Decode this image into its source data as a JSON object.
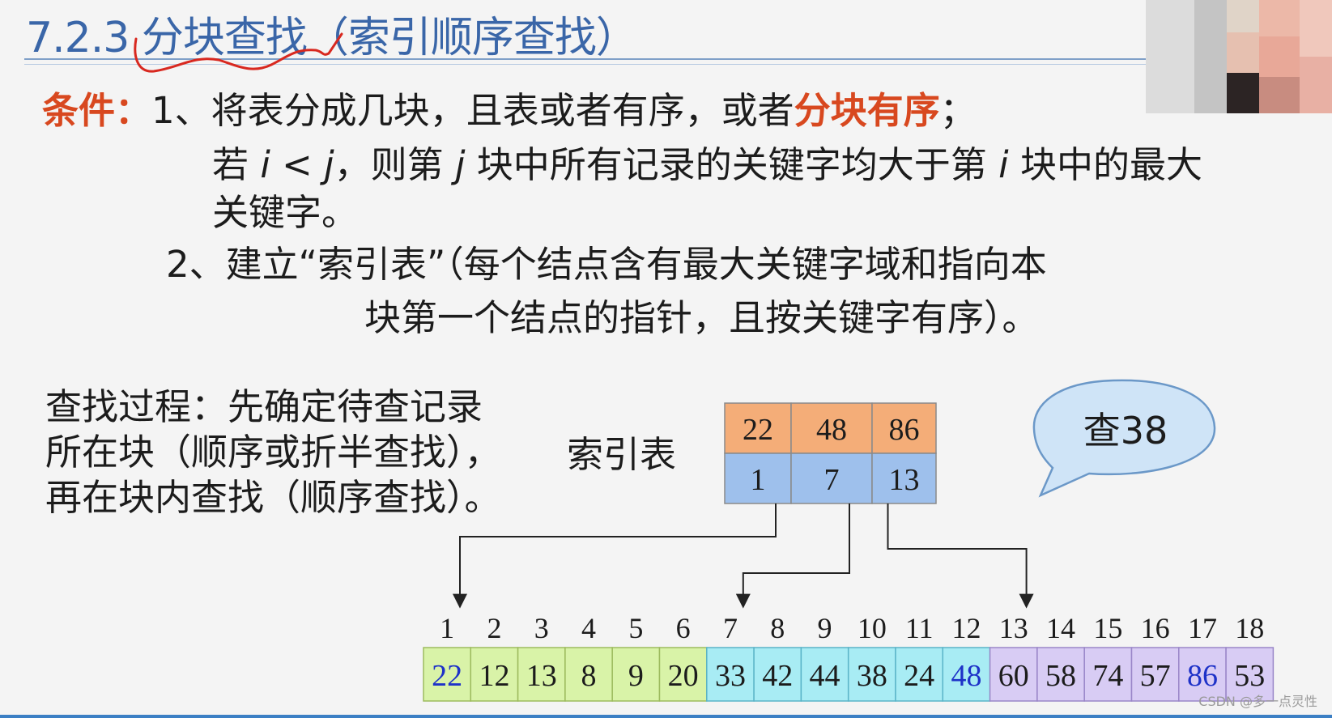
{
  "slide": {
    "title": "7.2.3 分块查找（索引顺序查找）",
    "condition": {
      "label": "条件：",
      "item1_prefix": "1、将表分成几块，且表或者有序，或者",
      "item1_highlight": "分块有序",
      "item1_suffix": "；",
      "item1_line2_a": "若 ",
      "item1_var_i": "i",
      "item1_lt": " < ",
      "item1_var_j": "j",
      "item1_line2_b": "，则第 ",
      "item1_var_j2": "j",
      "item1_line2_c": " 块中所有记录的关键字均大于第 ",
      "item1_var_i2": "i",
      "item1_line2_d": " 块中的最大",
      "item1_line3": "关键字。",
      "item2_line1": "2、建立“索引表”（每个结点含有最大关键字域和指向本",
      "item2_line2": "块第一个结点的指针，且按关键字有序）。"
    },
    "process": {
      "line1": "查找过程：先确定待查记录",
      "line2": "所在块（顺序或折半查找），",
      "line3": "再在块内查找（顺序查找）。"
    },
    "index_table_label": "索引表",
    "index_table": {
      "max_keys": [
        "22",
        "48",
        "86"
      ],
      "pointers": [
        "1",
        "7",
        "13"
      ]
    },
    "bubble": "查38",
    "array": {
      "indices": [
        "1",
        "2",
        "3",
        "4",
        "5",
        "6",
        "7",
        "8",
        "9",
        "10",
        "11",
        "12",
        "13",
        "14",
        "15",
        "16",
        "17",
        "18"
      ],
      "values": [
        "22",
        "12",
        "13",
        "8",
        "9",
        "20",
        "33",
        "42",
        "44",
        "38",
        "24",
        "48",
        "60",
        "58",
        "74",
        "57",
        "86",
        "53"
      ],
      "highlight": [
        0,
        11,
        16
      ]
    },
    "colors": {
      "title": "#3a66a8",
      "highlight_text": "#d8481f",
      "index_keys_fill": "#f4ad78",
      "index_ptr_fill": "#9ec0ec",
      "block1_fill": "#d9f3a8",
      "block2_fill": "#a8ecf4",
      "block3_fill": "#d8ccf4",
      "bubble_fill": "#cfe4f7",
      "highlight_value": "#1e32c8"
    }
  },
  "watermark": "CSDN @多一点灵性"
}
